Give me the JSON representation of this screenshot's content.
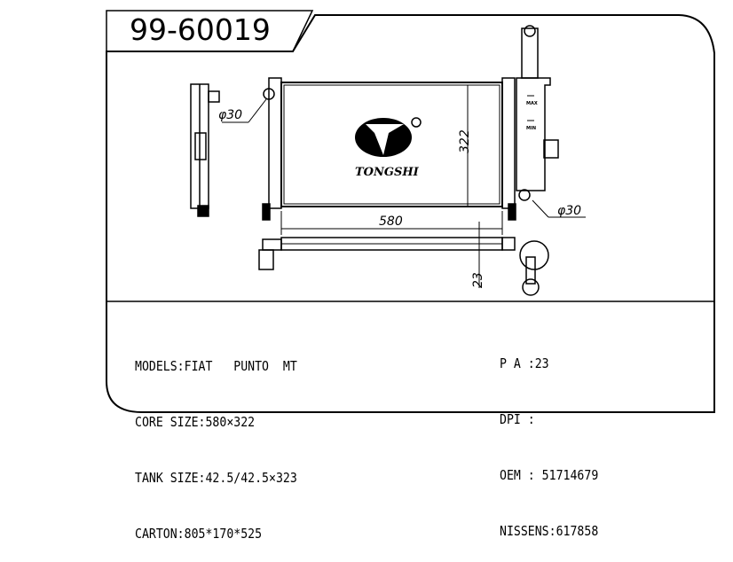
{
  "part_number": "99-60019",
  "drawing": {
    "core_width_label": "580",
    "core_height_label": "322",
    "thickness_label": "23",
    "inlet_diameter_label": "φ30",
    "outlet_diameter_label": "φ30",
    "brand_logo_text": "TONGSHI",
    "tank_marks": [
      "MAX",
      "MIN"
    ]
  },
  "specs_left": [
    {
      "label": "MODELS",
      "value": "FIAT   PUNTO  MT"
    },
    {
      "label": "CORE SIZE",
      "value": "580×322"
    },
    {
      "label": "TANK SIZE",
      "value": "42.5/42.5×323"
    },
    {
      "label": "CARTON",
      "value": "805*170*525"
    }
  ],
  "specs_right": [
    {
      "label": "P A ",
      "value": "23"
    },
    {
      "label": "DPI ",
      "value": ""
    },
    {
      "label": "OEM ",
      "value": " 51714679"
    },
    {
      "label": "NISSENS",
      "value": "617858"
    }
  ]
}
